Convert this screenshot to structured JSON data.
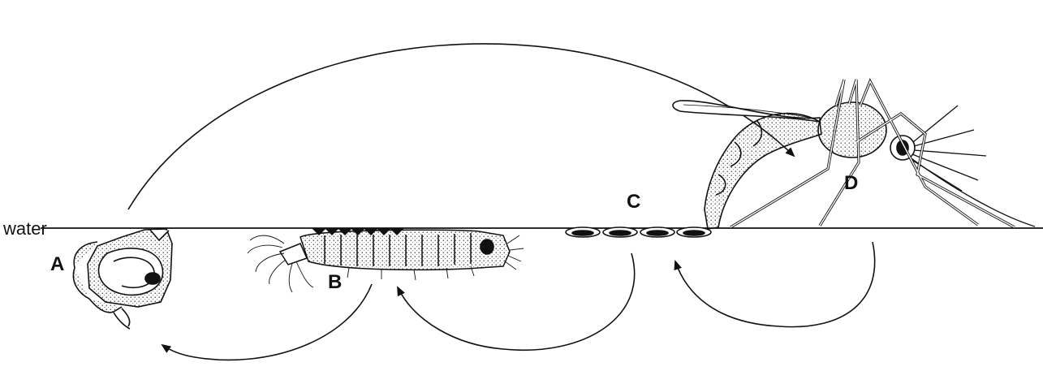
{
  "diagram": {
    "water_label": "water",
    "stages": [
      {
        "id": "A",
        "label": "A"
      },
      {
        "id": "B",
        "label": "B"
      },
      {
        "id": "C",
        "label": "C"
      },
      {
        "id": "D",
        "label": "D"
      }
    ]
  }
}
